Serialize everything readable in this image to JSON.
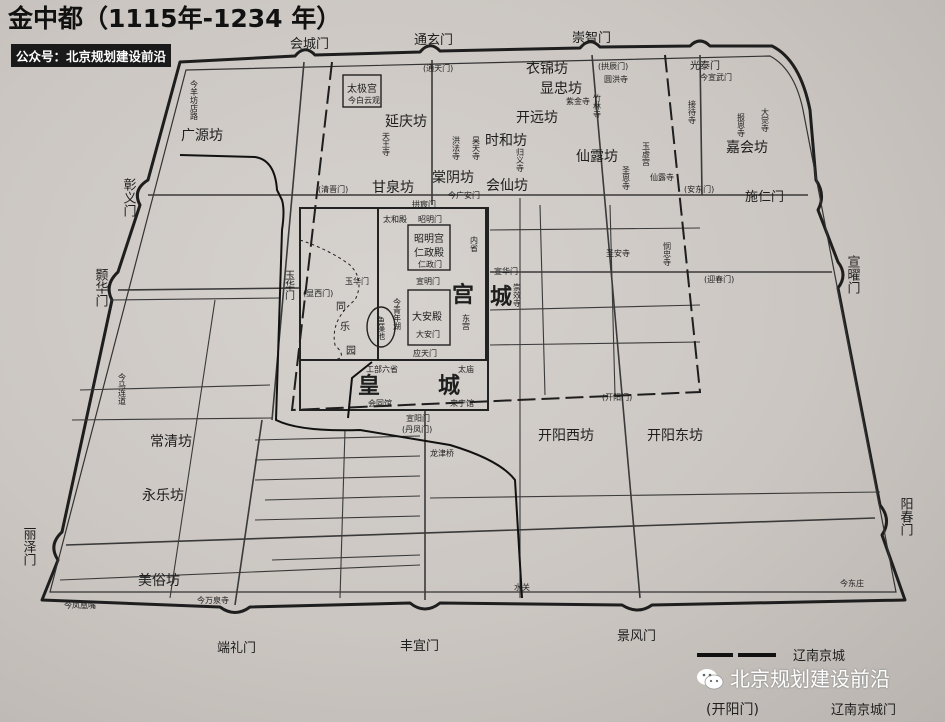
{
  "title": "金中都（1115年-1234 年）",
  "badge": "公众号：北京规划建设前沿",
  "watermark": "北京规划建设前沿",
  "watermark_icon": "wechat-icon",
  "gates": [
    "会城门",
    "通玄门",
    "崇智门",
    "光泰门",
    "施仁门",
    "宣曜门",
    "阳春门",
    "景风门",
    "丰宜门",
    "端礼门",
    "丽泽门",
    "颢华门",
    "彰义门",
    "玉华门"
  ],
  "liao_gates": [
    "(通天门)",
    "(拱辰门)",
    "(清晋门)",
    "(安东门)",
    "(迎春门)",
    "(开阳门)",
    "(显西门)"
  ],
  "wards": [
    "衣锦坊",
    "显忠坊",
    "开远坊",
    "延庆坊",
    "时和坊",
    "棠阴坊",
    "甘泉坊",
    "会仙坊",
    "仙露坊",
    "嘉会坊",
    "广源坊",
    "常清坊",
    "永乐坊",
    "美俗坊",
    "开阳西坊",
    "开阳东坊"
  ],
  "temples": [
    "天王寺",
    "洪法寺",
    "昊天寺",
    "归义寺",
    "紫金寺",
    "竹林寺",
    "圆洪寺",
    "玉虚宫",
    "仙露寺",
    "圣恩寺",
    "接待寺",
    "报恩寺",
    "大觉寺",
    "圣安寺",
    "悯忠寺",
    "崇效寺"
  ],
  "taiji": {
    "name": "太极宫",
    "modern": "今白云观"
  },
  "palace": {
    "taihe": "太和殿",
    "zhaoming_gate": "昭明门",
    "zhaoming_palace": "昭明宫",
    "renzheng_hall": "仁政殿",
    "renzheng_gate": "仁政门",
    "neisheng": "内省",
    "gong": "宫",
    "cheng": "城",
    "donggong": "东宫",
    "xuanming_gate": "宣明门",
    "xuanhua_gate": "宣华门",
    "daan_hall": "大安殿",
    "daan_gate": "大安门",
    "yingtian_gate": "应天门",
    "qingnian_lake": "今青年湖",
    "yuzao_pond": "鱼藻池",
    "tongle_garden": [
      "同",
      "乐",
      "园"
    ],
    "yuhua_gate": "玉华门",
    "gongchen_gate": "拱宸门"
  },
  "imperial": {
    "huang": "皇",
    "cheng": "城",
    "gongbu": "工部六省",
    "taimiao": "太庙",
    "huitong": "会同馆",
    "laining": "来宁馆",
    "xuanyang": "宣阳门",
    "danfeng": "(丹凤门)"
  },
  "misc": {
    "longjin": "龙津桥",
    "shuiguan": "水关",
    "guanganmen": "今广安门",
    "xuanwumen": "今宣武门",
    "maliandao": "今马连道",
    "yangfangdian": "今羊坊店路",
    "fenghuangzui": "今凤凰嘴",
    "wanquansi": "今万泉寺",
    "dongzhuang": "今东庄"
  },
  "legend": {
    "wall": "辽南京城",
    "gate_sample": "(开阳门)",
    "gate": "辽南京城门"
  }
}
